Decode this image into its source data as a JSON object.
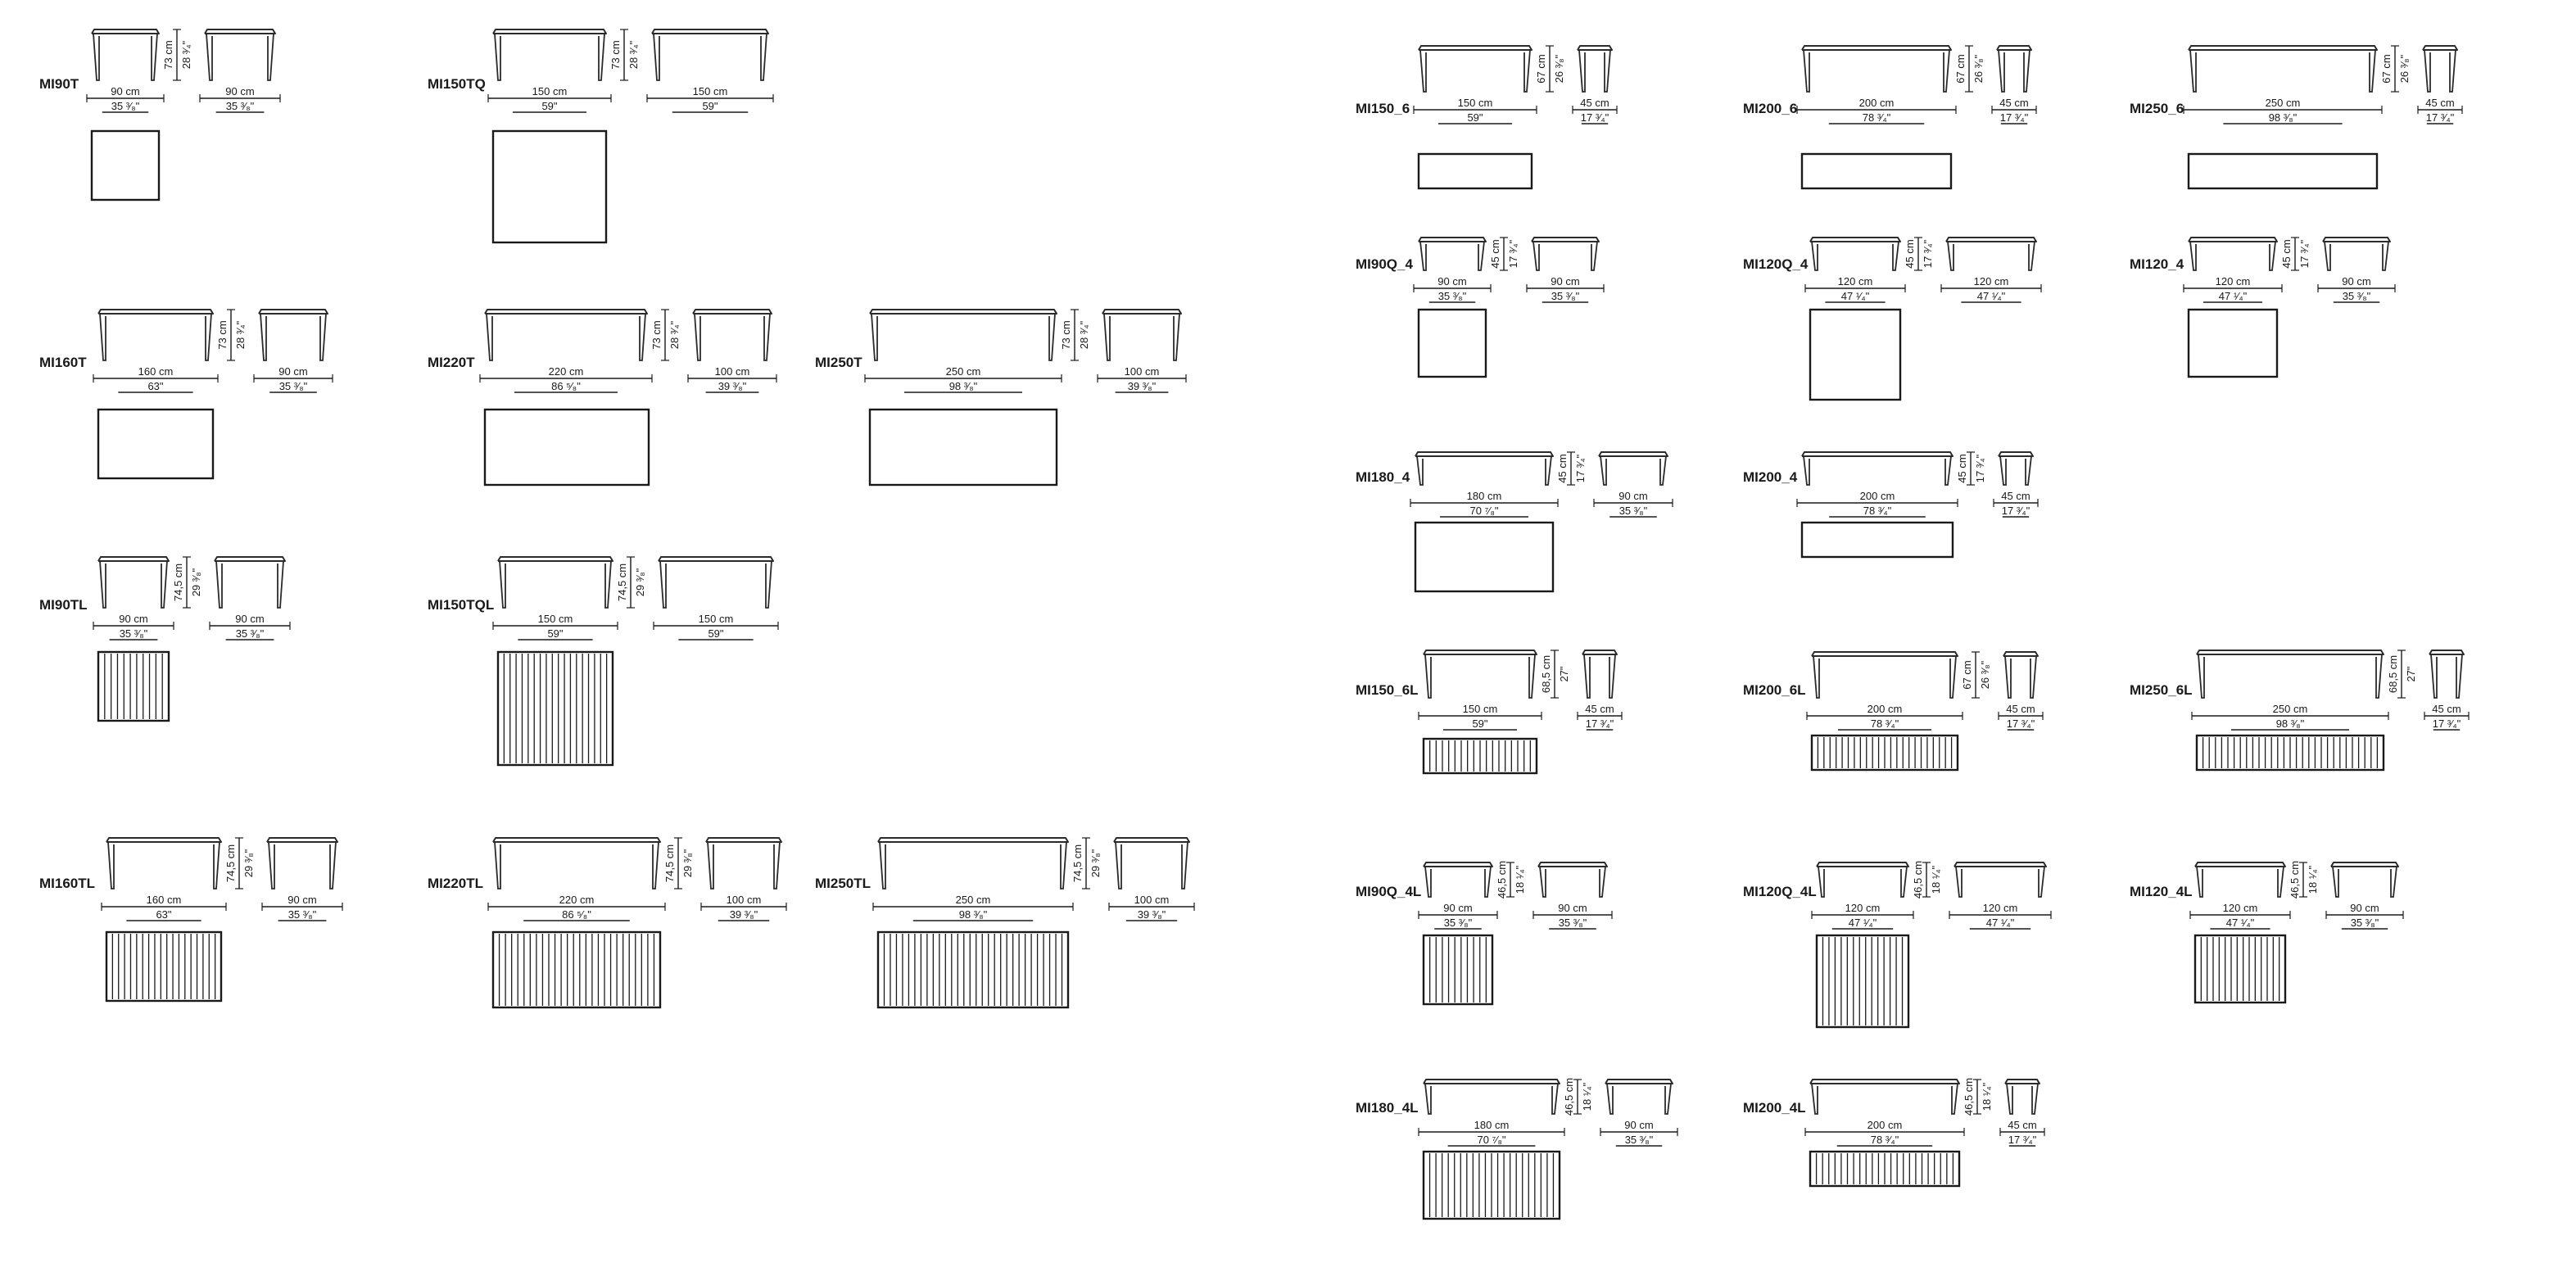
{
  "models": [
    {
      "code": "MI90T",
      "length": "90 cm",
      "length_in": "35 ³⁄₈\"",
      "depth": "90 cm",
      "depth_in": "35 ³⁄₈\"",
      "height": "73 cm",
      "height_in": "28 ³⁄₄\"",
      "top": "solid"
    },
    {
      "code": "MI150TQ",
      "length": "150 cm",
      "length_in": "59\"",
      "depth": "150 cm",
      "depth_in": "59\"",
      "height": "73 cm",
      "height_in": "28 ³⁄₄\"",
      "top": "solid"
    },
    {
      "code": "MI160T",
      "length": "160 cm",
      "length_in": "63\"",
      "depth": "90 cm",
      "depth_in": "35 ³⁄₈\"",
      "height": "73 cm",
      "height_in": "28 ³⁄₄\"",
      "top": "solid"
    },
    {
      "code": "MI220T",
      "length": "220 cm",
      "length_in": "86 ⁵⁄₈\"",
      "depth": "100 cm",
      "depth_in": "39 ³⁄₈\"",
      "height": "73 cm",
      "height_in": "28 ³⁄₄\"",
      "top": "solid"
    },
    {
      "code": "MI250T",
      "length": "250 cm",
      "length_in": "98 ³⁄₈\"",
      "depth": "100 cm",
      "depth_in": "39 ³⁄₈\"",
      "height": "73 cm",
      "height_in": "28 ³⁄₄\"",
      "top": "solid"
    },
    {
      "code": "MI90TL",
      "length": "90 cm",
      "length_in": "35 ³⁄₈\"",
      "depth": "90 cm",
      "depth_in": "35 ³⁄₈\"",
      "height": "74,5 cm",
      "height_in": "29 ³⁄₈\"",
      "top": "slatted"
    },
    {
      "code": "MI150TQL",
      "length": "150 cm",
      "length_in": "59\"",
      "depth": "150 cm",
      "depth_in": "59\"",
      "height": "74,5 cm",
      "height_in": "29 ³⁄₈\"",
      "top": "slatted"
    },
    {
      "code": "MI160TL",
      "length": "160 cm",
      "length_in": "63\"",
      "depth": "90 cm",
      "depth_in": "35 ³⁄₈\"",
      "height": "74,5 cm",
      "height_in": "29 ³⁄₈\"",
      "top": "slatted"
    },
    {
      "code": "MI220TL",
      "length": "220 cm",
      "length_in": "86 ⁵⁄₈\"",
      "depth": "100 cm",
      "depth_in": "39 ³⁄₈\"",
      "height": "74,5 cm",
      "height_in": "29 ³⁄₈\"",
      "top": "slatted"
    },
    {
      "code": "MI250TL",
      "length": "250 cm",
      "length_in": "98 ³⁄₈\"",
      "depth": "100 cm",
      "depth_in": "39 ³⁄₈\"",
      "height": "74,5 cm",
      "height_in": "29 ³⁄₈\"",
      "top": "slatted"
    },
    {
      "code": "MI150_6",
      "length": "150 cm",
      "length_in": "59\"",
      "depth": "45 cm",
      "depth_in": "17 ³⁄₄\"",
      "height": "67 cm",
      "height_in": "26 ³⁄₈\"",
      "top": "solid"
    },
    {
      "code": "MI200_6",
      "length": "200 cm",
      "length_in": "78 ³⁄₄\"",
      "depth": "45 cm",
      "depth_in": "17 ³⁄₄\"",
      "height": "67 cm",
      "height_in": "26 ³⁄₈\"",
      "top": "solid"
    },
    {
      "code": "MI250_6",
      "length": "250 cm",
      "length_in": "98 ³⁄₈\"",
      "depth": "45 cm",
      "depth_in": "17 ³⁄₄\"",
      "height": "67 cm",
      "height_in": "26 ³⁄₈\"",
      "top": "solid"
    },
    {
      "code": "MI90Q_4",
      "length": "90 cm",
      "length_in": "35 ³⁄₈\"",
      "depth": "90 cm",
      "depth_in": "35 ³⁄₈\"",
      "height": "45 cm",
      "height_in": "17 ³⁄₄\"",
      "top": "solid"
    },
    {
      "code": "MI120Q_4",
      "length": "120 cm",
      "length_in": "47 ¹⁄₄\"",
      "depth": "120 cm",
      "depth_in": "47 ¹⁄₄\"",
      "height": "45 cm",
      "height_in": "17 ³⁄₄\"",
      "top": "solid"
    },
    {
      "code": "MI120_4",
      "length": "120 cm",
      "length_in": "47 ¹⁄₄\"",
      "depth": "90 cm",
      "depth_in": "35 ³⁄₈\"",
      "height": "45 cm",
      "height_in": "17 ³⁄₄\"",
      "top": "solid"
    },
    {
      "code": "MI180_4",
      "length": "180 cm",
      "length_in": "70 ⁷⁄₈\"",
      "depth": "90 cm",
      "depth_in": "35 ³⁄₈\"",
      "height": "45 cm",
      "height_in": "17 ³⁄₄\"",
      "top": "solid"
    },
    {
      "code": "MI200_4",
      "length": "200 cm",
      "length_in": "78 ³⁄₄\"",
      "depth": "45 cm",
      "depth_in": "17 ³⁄₄\"",
      "height": "45 cm",
      "height_in": "17 ³⁄₄\"",
      "top": "solid"
    },
    {
      "code": "MI150_6L",
      "length": "150 cm",
      "length_in": "59\"",
      "depth": "45 cm",
      "depth_in": "17 ³⁄₄\"",
      "height": "68,5 cm",
      "height_in": "27\"",
      "top": "slatted"
    },
    {
      "code": "MI200_6L",
      "length": "200 cm",
      "length_in": "78 ³⁄₄\"",
      "depth": "45 cm",
      "depth_in": "17 ³⁄₄\"",
      "height": "67 cm",
      "height_in": "26 ³⁄₈\"",
      "top": "slatted"
    },
    {
      "code": "MI250_6L",
      "length": "250 cm",
      "length_in": "98 ³⁄₈\"",
      "depth": "45 cm",
      "depth_in": "17 ³⁄₄\"",
      "height": "68,5 cm",
      "height_in": "27\"",
      "top": "slatted"
    },
    {
      "code": "MI90Q_4L",
      "length": "90 cm",
      "length_in": "35 ³⁄₈\"",
      "depth": "90 cm",
      "depth_in": "35 ³⁄₈\"",
      "height": "46,5 cm",
      "height_in": "18 ¹⁄₄\"",
      "top": "slatted"
    },
    {
      "code": "MI120Q_4L",
      "length": "120 cm",
      "length_in": "47 ¹⁄₄\"",
      "depth": "120 cm",
      "depth_in": "47 ¹⁄₄\"",
      "height": "46,5 cm",
      "height_in": "18 ¹⁄₄\"",
      "top": "slatted"
    },
    {
      "code": "MI120_4L",
      "length": "120 cm",
      "length_in": "47 ¹⁄₄\"",
      "depth": "90 cm",
      "depth_in": "35 ³⁄₈\"",
      "height": "46,5 cm",
      "height_in": "18 ¹⁄₄\"",
      "top": "slatted"
    },
    {
      "code": "MI180_4L",
      "length": "180 cm",
      "length_in": "70 ⁷⁄₈\"",
      "depth": "90 cm",
      "depth_in": "35 ³⁄₈\"",
      "height": "46,5 cm",
      "height_in": "18 ¹⁄₄\"",
      "top": "slatted"
    },
    {
      "code": "MI200_4L",
      "length": "200 cm",
      "length_in": "78 ³⁄₄\"",
      "depth": "45 cm",
      "depth_in": "17 ³⁄₄\"",
      "height": "46,5 cm",
      "height_in": "18 ¹⁄₄\"",
      "top": "slatted"
    }
  ]
}
